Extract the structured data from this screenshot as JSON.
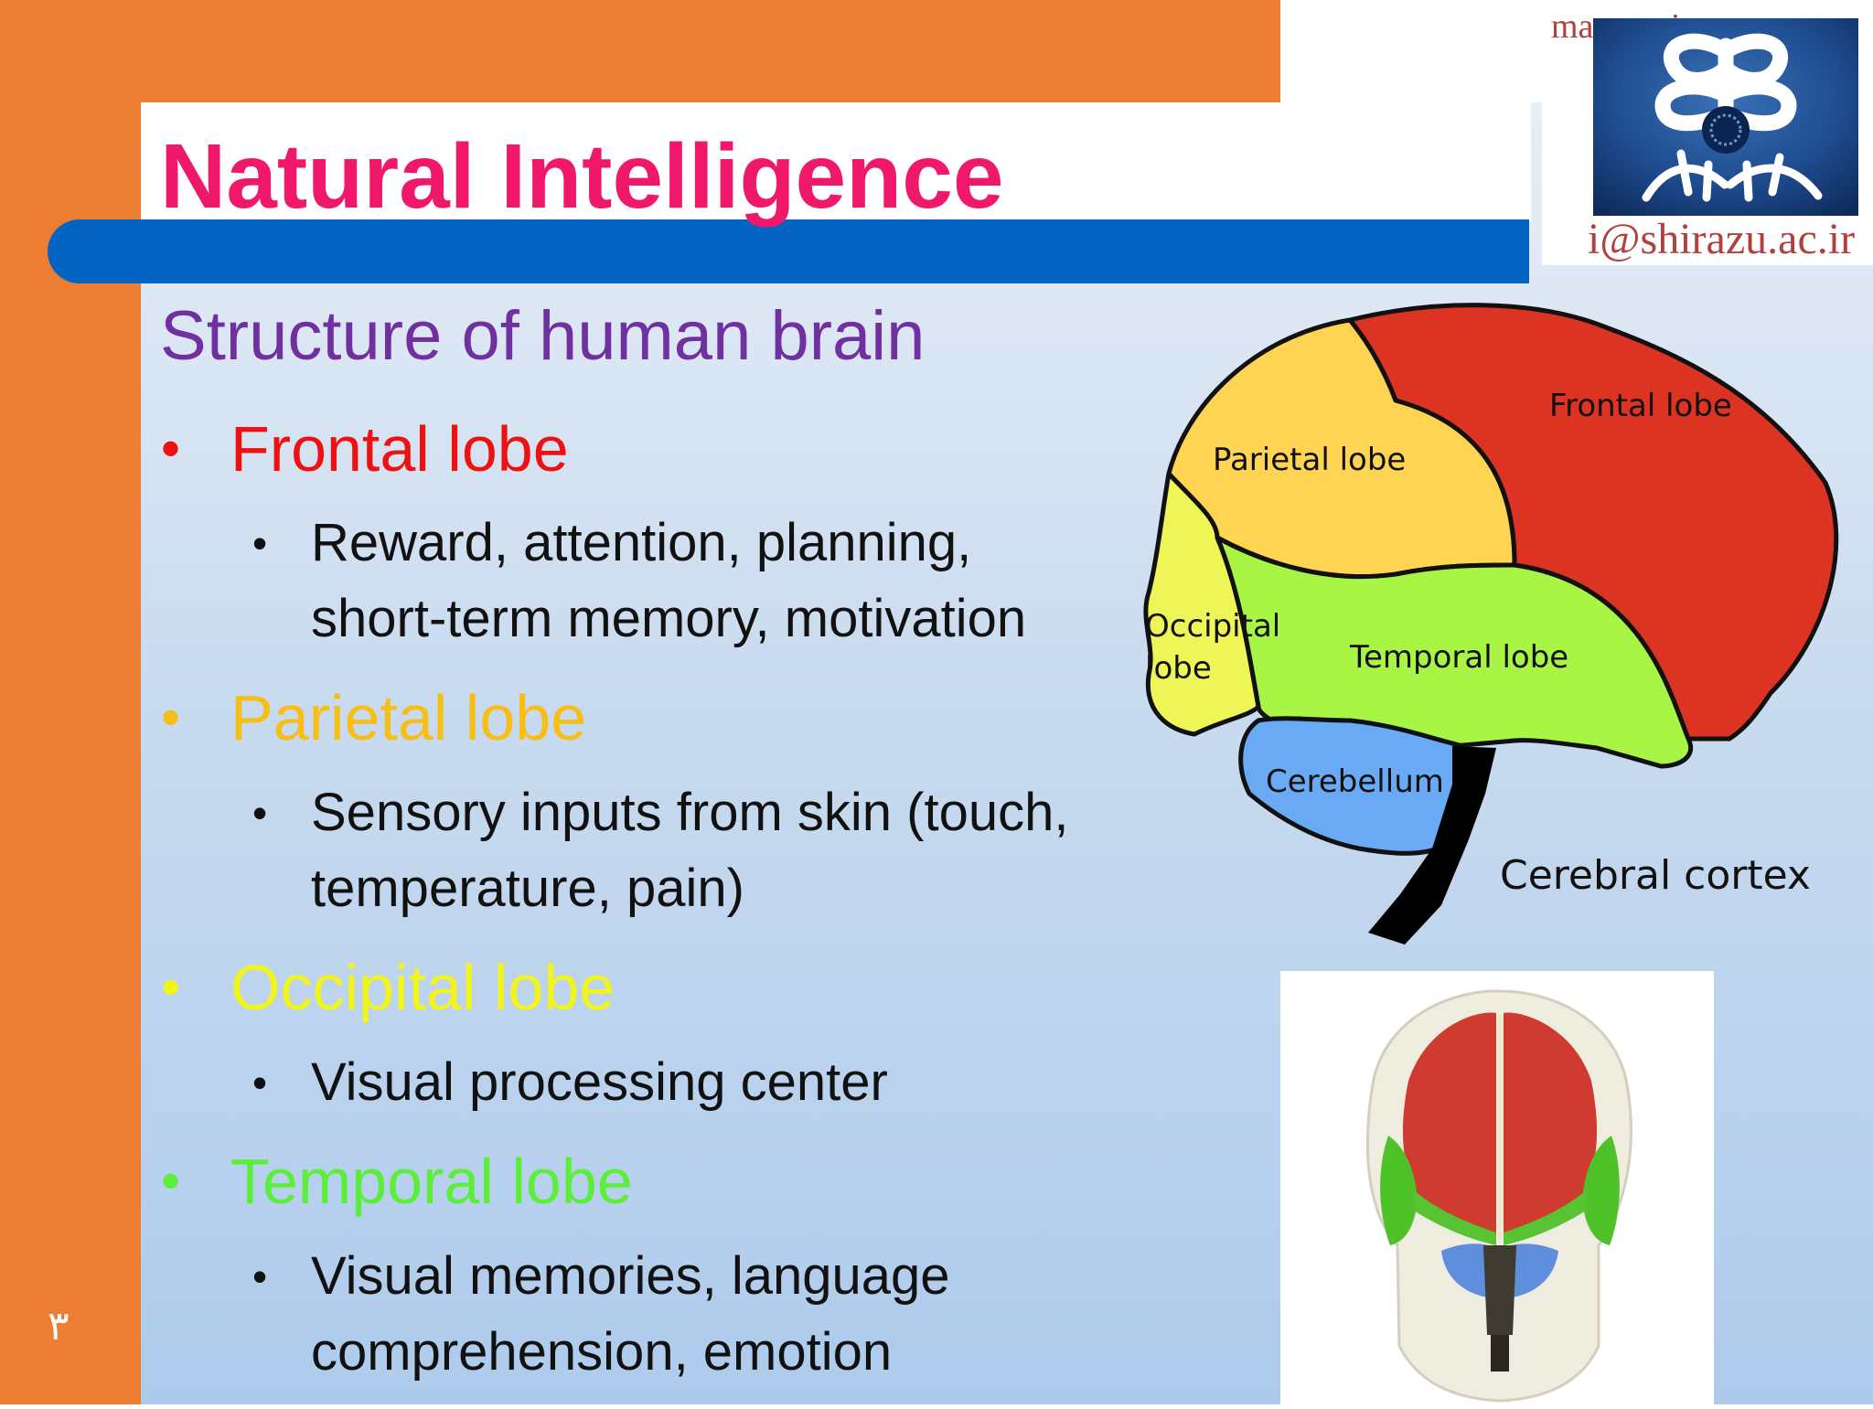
{
  "slide": {
    "title": "Natural Intelligence",
    "subtitle": "Structure of human brain",
    "page_number": "۳",
    "bullets": [
      {
        "label": "Frontal lobe",
        "color": "#ee1111",
        "details": [
          "Reward, attention, planning,",
          "short-term memory, motivation"
        ]
      },
      {
        "label": "Parietal lobe",
        "color": "#f7be15",
        "details": [
          "Sensory inputs from skin (touch,",
          "temperature, pain)"
        ]
      },
      {
        "label": "Occipital lobe",
        "color": "#f2f51a",
        "details": [
          "Visual processing center"
        ]
      },
      {
        "label": "Temporal lobe",
        "color": "#5cef3a",
        "details": [
          "Visual memories, language",
          "comprehension, emotion"
        ]
      }
    ]
  },
  "logo": {
    "vertical_text": "mansoori",
    "email_text": "i@shirazu.ac.ir",
    "emblem": "shiraz-university-emblem",
    "emblem_calligraphy": "دانشگاه شیراز"
  },
  "diagram": {
    "labels": {
      "frontal": "Frontal lobe",
      "parietal": "Parietal lobe",
      "occipital_1": "Occipital",
      "occipital_2": "lobe",
      "temporal": "Temporal lobe",
      "cerebellum": "Cerebellum",
      "caption": "Cerebral cortex"
    },
    "colors": {
      "frontal": "#dd3322",
      "parietal": "#ffd452",
      "occipital": "#edf656",
      "temporal": "#a8f545",
      "cerebellum": "#6aaaf4",
      "brainstem": "#000000"
    }
  },
  "skull_image": {
    "icon": "skull-brain-illustration"
  }
}
